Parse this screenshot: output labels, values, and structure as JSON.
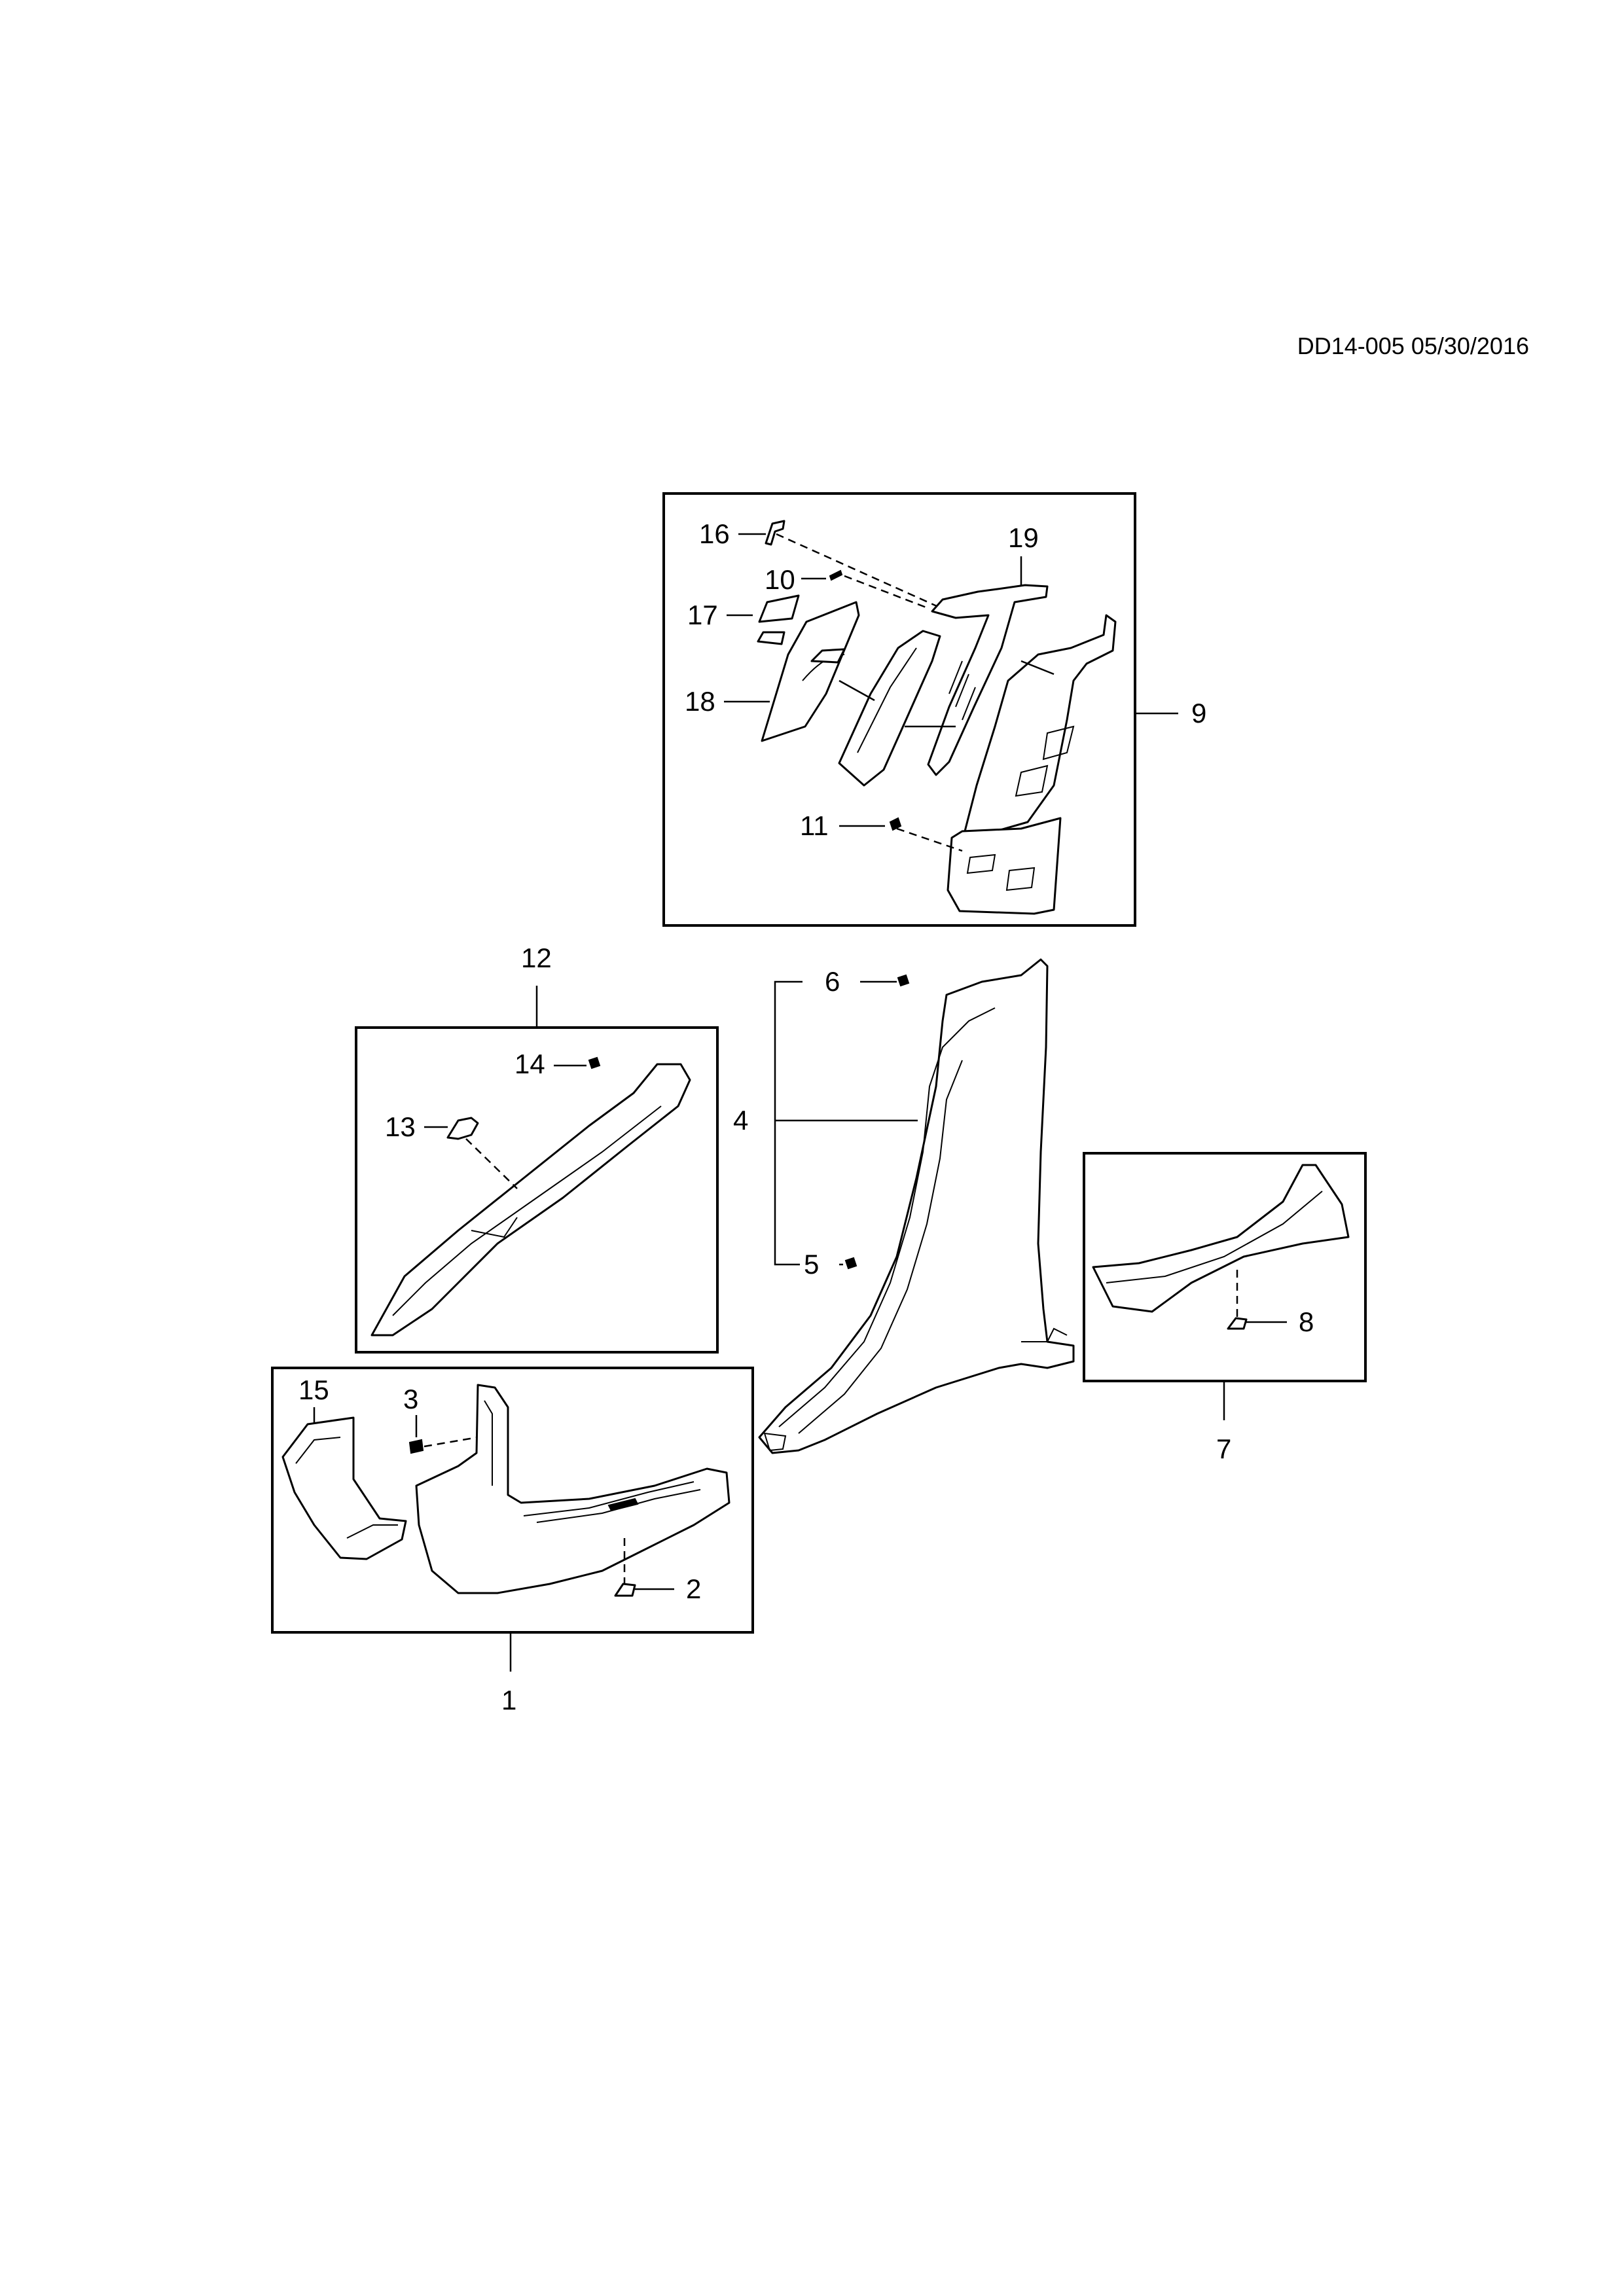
{
  "document": {
    "id_date": "DD14-005 05/30/2016"
  },
  "callouts": {
    "c1": "1",
    "c2": "2",
    "c3": "3",
    "c4": "4",
    "c5": "5",
    "c6": "6",
    "c7": "7",
    "c8": "8",
    "c9": "9",
    "c10": "10",
    "c11": "11",
    "c12": "12",
    "c13": "13",
    "c14": "14",
    "c15": "15",
    "c16": "16",
    "c17": "17",
    "c18": "18",
    "c19": "19"
  }
}
